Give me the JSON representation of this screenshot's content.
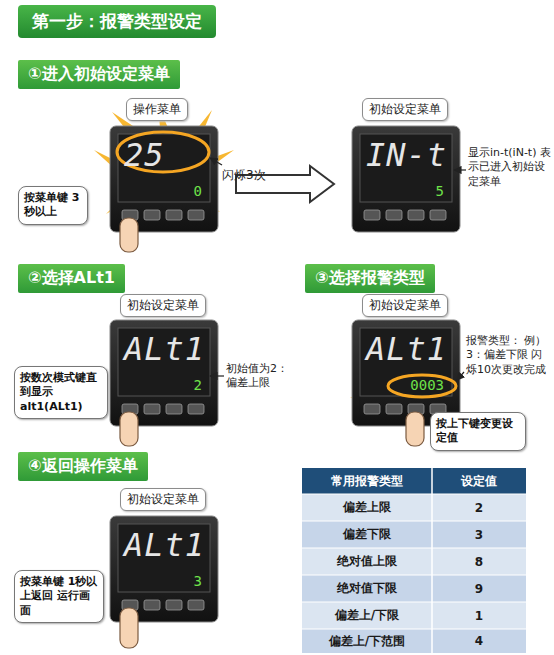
{
  "diagram": {
    "title": "第一步：报警类型设定",
    "nodes": [
      {
        "text": [
          "①进入初始设定菜单"
        ]
      },
      {
        "text": [
          "操作菜单"
        ]
      },
      {
        "text": [
          "25",
          "0"
        ]
      },
      {
        "text": [
          "按菜单键 3秒以上"
        ]
      },
      {
        "text": [
          "初始设定菜单"
        ]
      },
      {
        "text": [
          "IN-t",
          "5"
        ]
      },
      {
        "text": [
          "②选择ALt1"
        ]
      },
      {
        "text": [
          "③选择报警类型"
        ]
      },
      {
        "text": [
          "初始设定菜单"
        ]
      },
      {
        "text": [
          "ALt1",
          "2"
        ]
      },
      {
        "text": [
          "按数次模式键直到显示 alt1(ALt1)"
        ]
      },
      {
        "text": [
          "初始设定菜单"
        ]
      },
      {
        "text": [
          "ALt1",
          "0003"
        ]
      },
      {
        "text": [
          "按上下键变更设定值"
        ]
      },
      {
        "text": [
          "④返回操作菜单"
        ]
      },
      {
        "text": [
          "初始设定菜单"
        ]
      },
      {
        "text": [
          "ALt1",
          "3"
        ]
      },
      {
        "text": [
          "按菜单键 1秒以上返回 运行画面"
        ]
      }
    ],
    "edges": [
      {
        "from": 2,
        "to": 5,
        "arrow": "to"
      }
    ],
    "labels": [
      "闪烁3次",
      "显示in-t(iN-t) 表示已进入初始设定菜单",
      "初始值为2： 偏差上限",
      "报警类型： 例）3：偏差下限 闪烁10次更改完成",
      "常用报警类型",
      "设定值",
      "偏差上限",
      "2",
      "偏差下限",
      "3",
      "绝对值上限",
      "8",
      "绝对值下限",
      "9",
      "偏差上/下限",
      "1",
      "偏差上/下范围",
      "4"
    ]
  }
}
